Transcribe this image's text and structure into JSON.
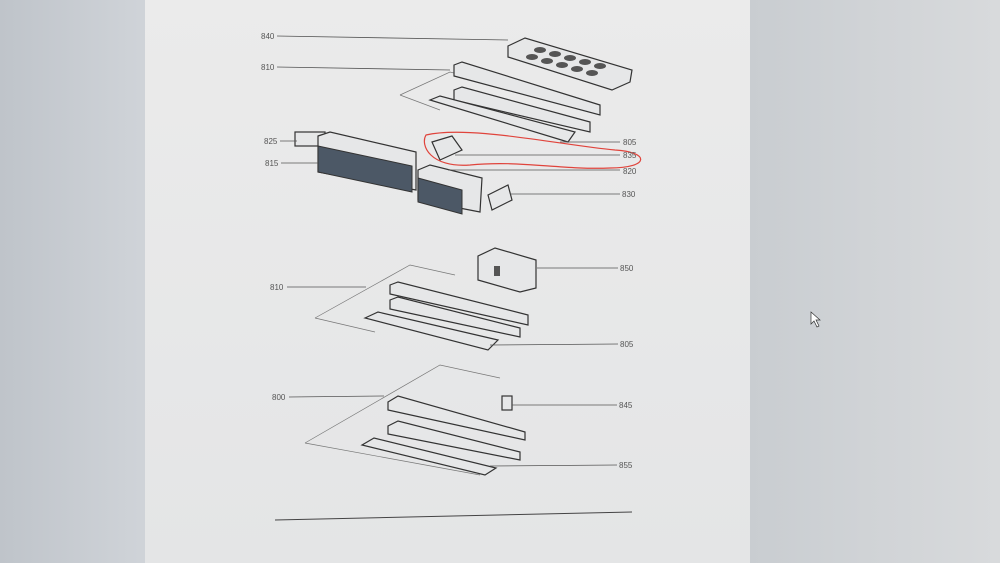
{
  "diagram": {
    "labels_top": [
      "840",
      "810",
      "825",
      "815",
      "805",
      "835",
      "820",
      "830"
    ],
    "labels_middle": [
      "850",
      "810",
      "805"
    ],
    "labels_bottom": [
      "800",
      "845",
      "855"
    ]
  },
  "colors": {
    "annotation": "#e0443c"
  }
}
